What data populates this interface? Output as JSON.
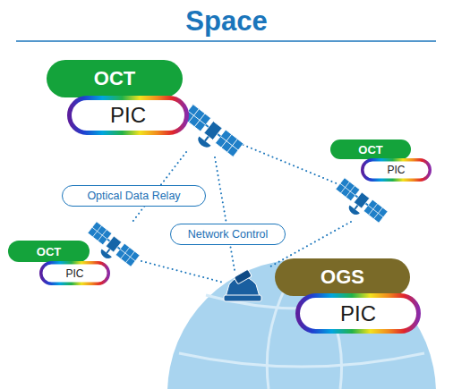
{
  "diagram": {
    "title": "Space",
    "nodes": [
      {
        "text": [
          "OCT"
        ]
      },
      {
        "text": [
          "PIC"
        ]
      },
      {
        "text": [
          "OCT"
        ]
      },
      {
        "text": [
          "PIC"
        ]
      },
      {
        "text": [
          "Optical Data Relay"
        ]
      },
      {
        "text": [
          "Network Control"
        ]
      },
      {
        "text": [
          "OCT"
        ]
      },
      {
        "text": [
          "PIC"
        ]
      },
      {
        "text": [
          "OGS"
        ]
      },
      {
        "text": [
          "PIC"
        ]
      }
    ]
  }
}
